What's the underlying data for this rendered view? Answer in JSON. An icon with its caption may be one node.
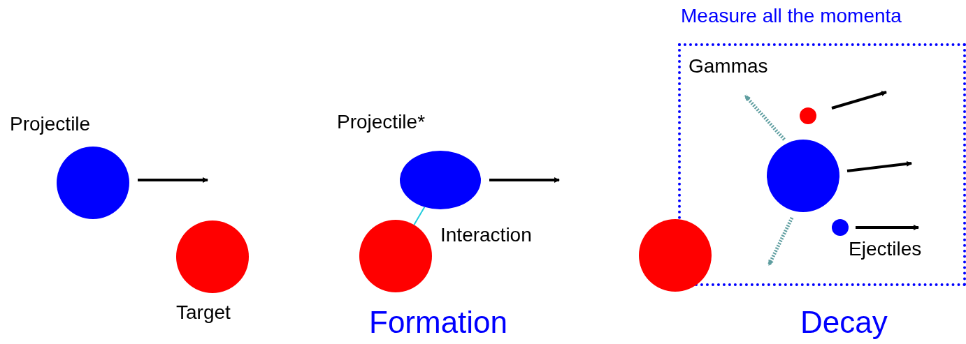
{
  "diagram": {
    "nodes": [
      {
        "text": [
          "Projectile"
        ]
      },
      {
        "text": [
          "Target"
        ]
      },
      {
        "text": [
          "Projectile*"
        ]
      },
      {
        "text": [],
        "shape": "circle"
      },
      {
        "text": [
          "Measure all the momenta"
        ]
      },
      {
        "text": [],
        "shape": "circle"
      },
      {
        "text": [],
        "shape": "circle",
        "in": 4
      },
      {
        "text": [],
        "shape": "circle",
        "in": 4
      },
      {
        "text": [],
        "shape": "circle",
        "in": 4
      }
    ],
    "edges": [
      {
        "from": 2,
        "to": 3,
        "arrow": "none",
        "label": "Interaction",
        "color": "#22ccdd"
      }
    ],
    "labels": [
      "Gammas",
      "Ejectiles",
      "Formation",
      "Decay"
    ]
  }
}
